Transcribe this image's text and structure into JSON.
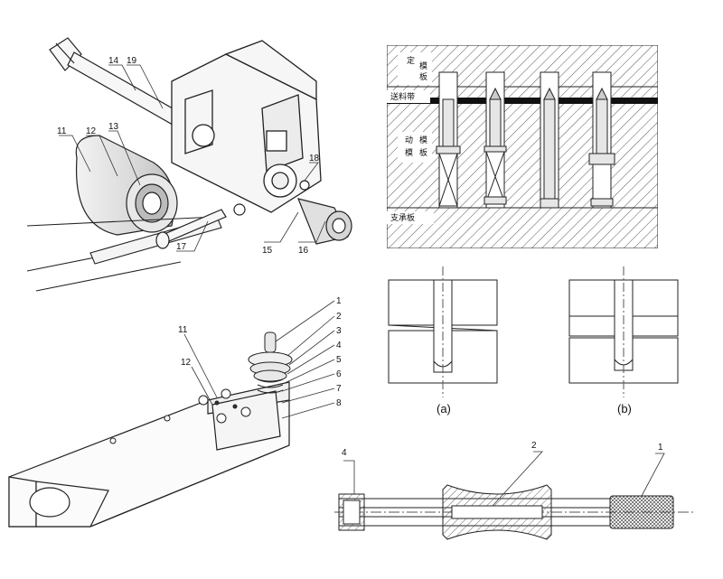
{
  "panel_a": {
    "labels": [
      "14",
      "19",
      "11",
      "12",
      "13",
      "18",
      "15",
      "16",
      "17"
    ]
  },
  "panel_b": {
    "labels": [
      "定",
      "模",
      "板",
      "送料带",
      "动",
      "模",
      "模",
      "板",
      "支承板"
    ]
  },
  "panel_c": {
    "labels": [
      "1",
      "2",
      "3",
      "4",
      "5",
      "6",
      "7",
      "8",
      "11",
      "12"
    ]
  },
  "panel_d": {
    "captions": [
      "(a)",
      "(b)"
    ]
  },
  "panel_e": {
    "labels": [
      "4",
      "2",
      "1"
    ]
  }
}
